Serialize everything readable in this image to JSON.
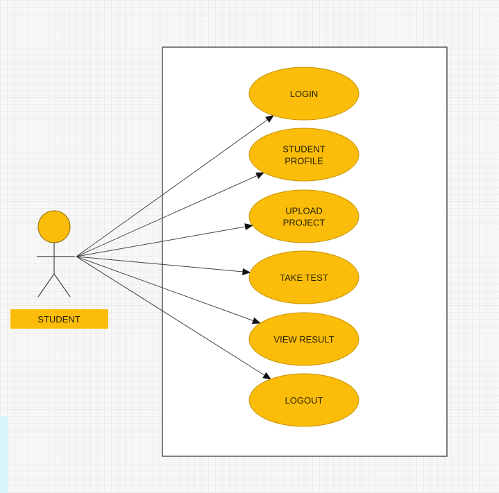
{
  "colors": {
    "use_case_fill": "#fbbd0a",
    "use_case_stroke": "#c89400",
    "actor_head_fill": "#fbbd0a",
    "actor_label_bg": "#fbbd0a",
    "line": "#444444",
    "boundary": "#555555"
  },
  "actor": {
    "label": "STUDENT"
  },
  "use_cases": [
    {
      "lines": [
        "LOGIN"
      ]
    },
    {
      "lines": [
        "STUDENT",
        "PROFILE"
      ]
    },
    {
      "lines": [
        "UPLOAD",
        "PROJECT"
      ]
    },
    {
      "lines": [
        "TAKE TEST"
      ]
    },
    {
      "lines": [
        "VIEW RESULT"
      ]
    },
    {
      "lines": [
        "LOGOUT"
      ]
    }
  ]
}
